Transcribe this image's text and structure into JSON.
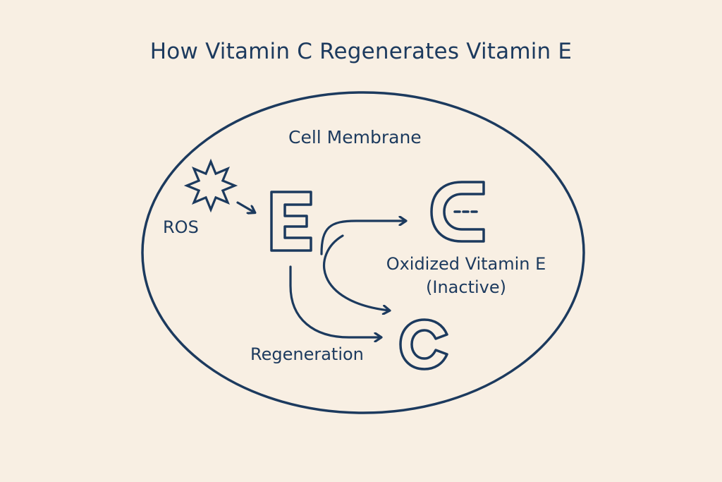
{
  "title": "How Vitamin C Regenerates Vitamin E",
  "compartment": {
    "label": "Cell Membrane"
  },
  "nodes": {
    "ros": {
      "label": "ROS",
      "icon": "starburst-icon"
    },
    "vitamin_e": {
      "symbol": "E"
    },
    "oxidized_vitamin_e": {
      "symbol": "E",
      "label_line1": "Oxidized Vitamin E",
      "label_line2": "(Inactive)"
    },
    "vitamin_c": {
      "symbol": "C"
    }
  },
  "edges": {
    "regeneration": {
      "label": "Regeneration"
    }
  },
  "colors": {
    "background": "#f8efe3",
    "ink": "#1c3a5e"
  }
}
